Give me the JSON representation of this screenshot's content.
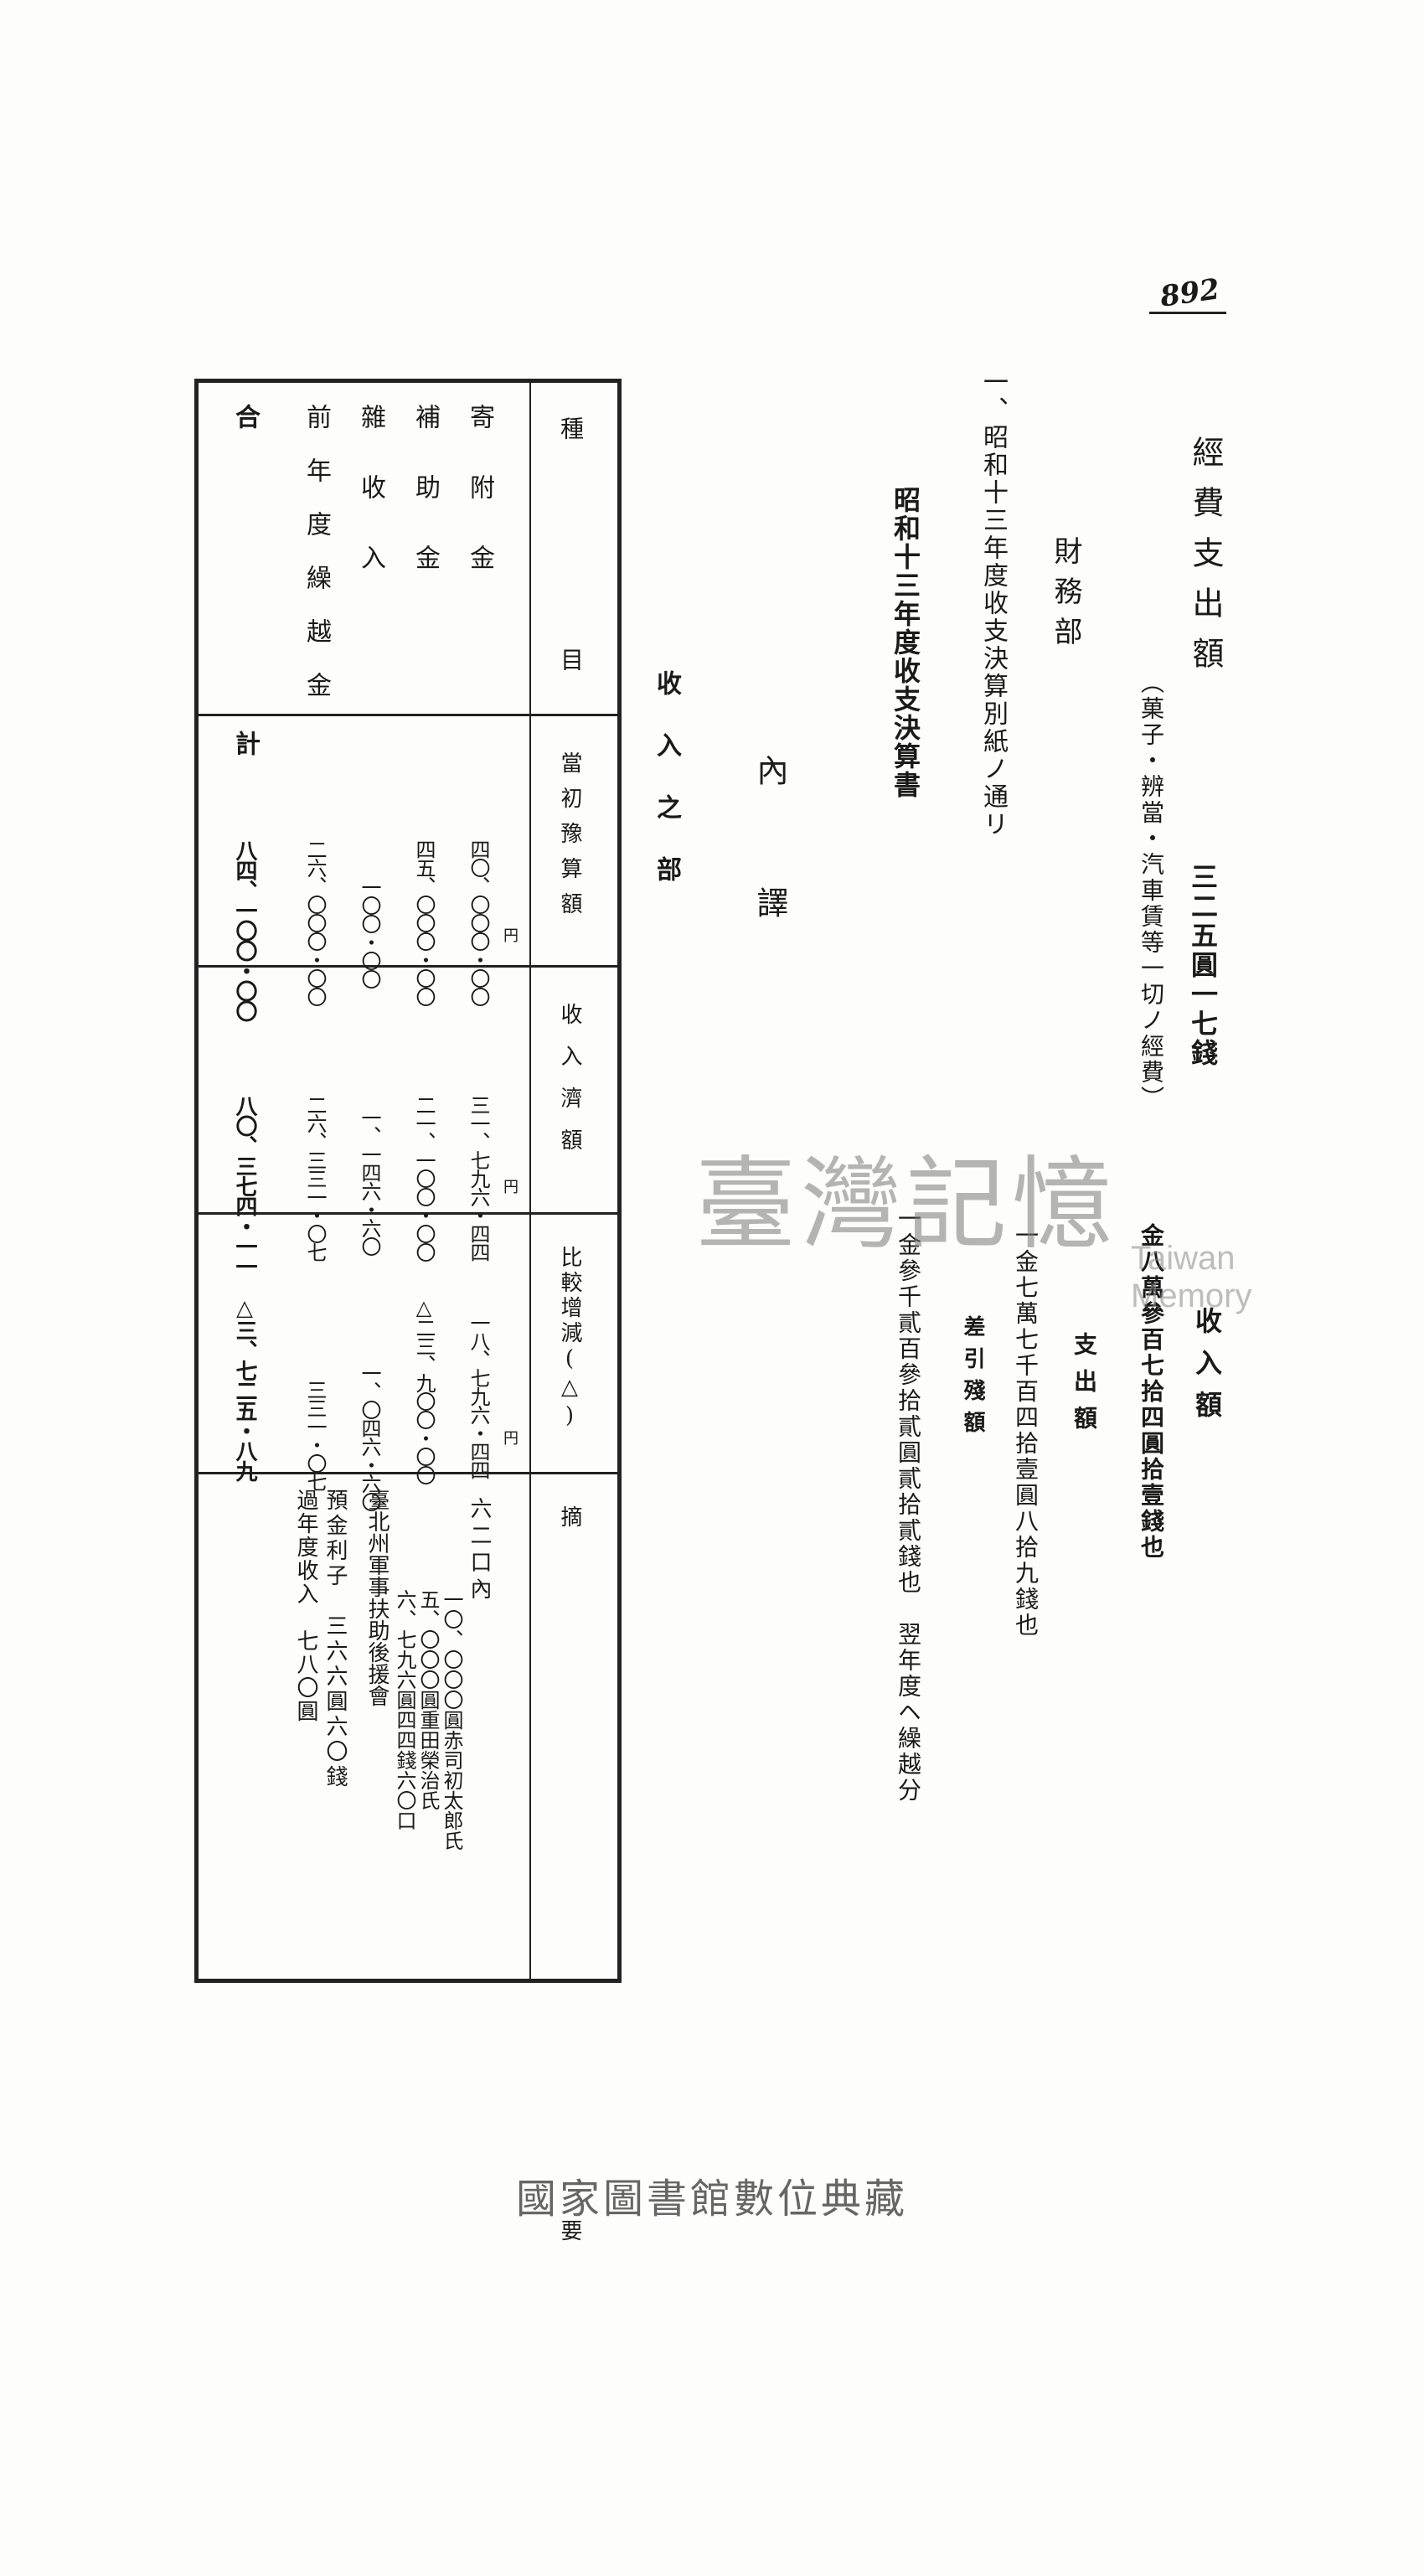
{
  "page": {
    "number": "892"
  },
  "header": {
    "expense_title": "經費支出額",
    "expense_amount": "三二五圓一七錢",
    "expense_note": "（菓子・辨當・汽車賃等一切ノ經費）",
    "finance_dept": "財務部",
    "item_intro": "一、昭和十三年度收支決算別紙ノ通リ",
    "ledger_title": "昭和十三年度收支決算書",
    "breakdown_title": "內譯"
  },
  "summary": {
    "income_label": "收入額",
    "income_value": "金八萬參百七拾四圓拾壹錢也",
    "expense_label": "支出額",
    "expense_value": "一金七萬七千百四拾壹圓八拾九錢也",
    "balance_label": "差引殘額",
    "balance_value": "一金參千貳百參拾貳圓貳拾貳錢也　翌年度ヘ繰越分"
  },
  "table": {
    "section_title": "收入之部",
    "headers": {
      "category": "種　目",
      "budget": "當初豫算額",
      "received": "收入濟額",
      "diff": "比較增減(△)",
      "remark": "摘　要"
    },
    "unit": "円",
    "rows": [
      {
        "category": "寄附金",
        "budget": "四〇、〇〇〇・〇〇",
        "received": "三一、七九六・四四",
        "diff": "一八、七九六・四四"
      },
      {
        "category": "補助金",
        "budget": "四五、〇〇〇・〇〇",
        "received": "二一、一〇〇・〇〇",
        "diff": "△二三、九〇〇・〇〇"
      },
      {
        "category": "雜收入",
        "budget": "一〇〇・〇〇",
        "received": "一、一四六・六〇",
        "diff": "一、〇四六・六〇"
      },
      {
        "category": "前年度繰越金",
        "budget": "二六、〇〇〇・〇〇",
        "received": "二六、三三一・〇七",
        "diff": "三三一・〇七"
      },
      {
        "category": "合　　計",
        "budget": "八四、一〇〇・〇〇",
        "received": "八〇、三七四・一一",
        "diff": "△三、七二五・八九"
      }
    ],
    "remark_lines": [
      "六二口內",
      "一〇、〇〇〇圓赤司初太郎氏",
      "五、〇〇〇圓重田榮治氏",
      "六、七九六圓四四錢六〇口",
      "臺北州軍事扶助後援會",
      "預金利子　三六六圓六〇錢",
      "過年度收入　七八〇圓"
    ]
  },
  "watermark": {
    "cn": "臺灣記憶",
    "en": "Taiwan Memory"
  },
  "footer": {
    "library": "國家圖書館數位典藏"
  }
}
